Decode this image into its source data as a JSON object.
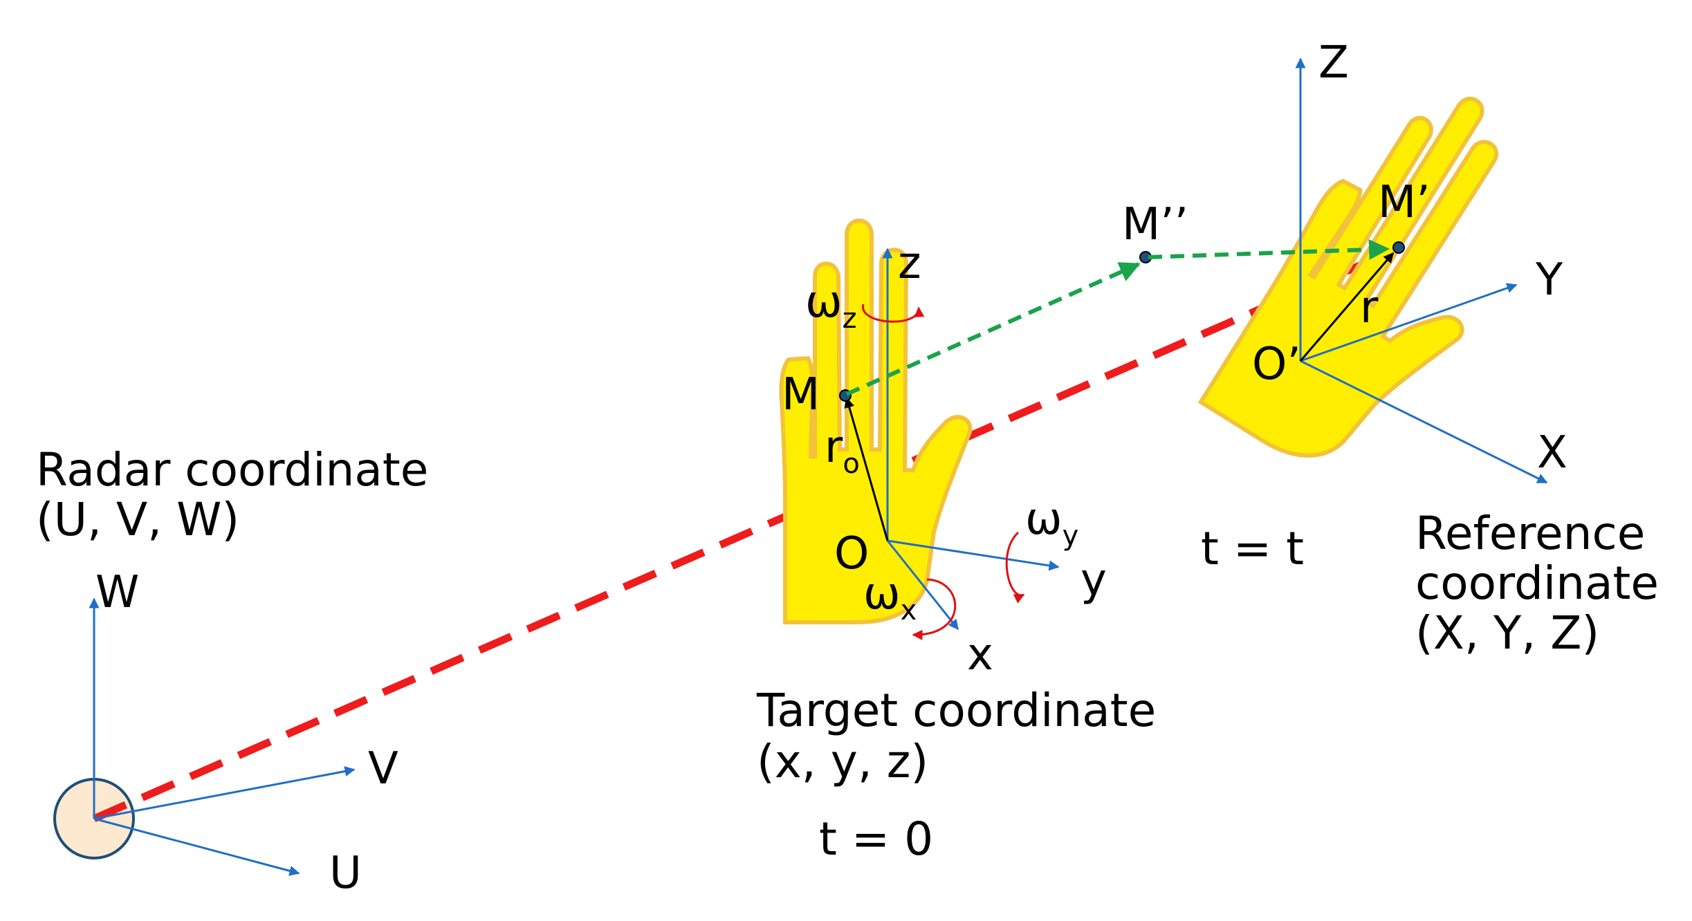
{
  "colors": {
    "axis": "#1f6fc5",
    "line_of_sight": "#ee1c1c",
    "motion_path": "#1aa34a",
    "hand_fill": "#ffee00",
    "hand_edge": "#f2c23a",
    "radar_fill": "#fde9d0",
    "radar_edge": "#1f4e79",
    "rotation": "#e01010",
    "text": "#000000"
  },
  "radar": {
    "title_line1": "Radar coordinate",
    "title_line2": "(U, V, W)",
    "axis_u": "U",
    "axis_v": "V",
    "axis_w": "W",
    "icon": "radar-circle-icon"
  },
  "target": {
    "title_line1": "Target coordinate",
    "title_line2": "(x, y, z)",
    "time": "t = 0",
    "axis_x": "x",
    "axis_y": "y",
    "axis_z": "z",
    "origin": "O",
    "point": "M",
    "vector_main": "r",
    "vector_sub": "o",
    "omega_symbol": "ω",
    "omega_x_sub": "x",
    "omega_y_sub": "y",
    "omega_z_sub": "z",
    "icon": "hand-icon"
  },
  "reference": {
    "title_line1": "Reference",
    "title_line2": "coordinate",
    "title_line3": "(X, Y, Z)",
    "time": "t = t",
    "axis_x": "X",
    "axis_y": "Y",
    "axis_z": "Z",
    "origin": "O’",
    "point": "M’",
    "vector": "r",
    "icon": "hand-icon"
  },
  "intermediate_point": "M’’"
}
